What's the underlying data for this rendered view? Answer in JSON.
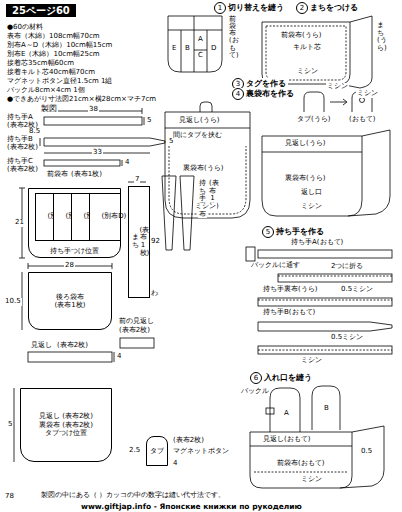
{
  "diagram": {
    "title": "25ページ60",
    "caption": "製図の中にある（ ）カッコの中の数字は縫い代寸法です。",
    "nodes": [
      {
        "text": [
          "1",
          "切り替えを縫う"
        ]
      },
      {
        "text": [
          "2",
          "まちをつける"
        ]
      },
      {
        "text": [
          "3",
          "タグを作る"
        ]
      },
      {
        "text": [
          "4",
          "裏袋布を作る"
        ]
      },
      {
        "text": [
          "5",
          "持ち手を作る"
        ]
      },
      {
        "text": [
          "6",
          "入れ口を縫う"
        ]
      },
      {
        "text": [
          "持ち手つけ位置"
        ]
      },
      {
        "text": [
          "(別布A)"
        ],
        "in": 6
      },
      {
        "text": [
          "(別布B)"
        ],
        "in": 6
      },
      {
        "text": [
          "(別布C)"
        ],
        "in": 6
      },
      {
        "text": [
          "(別布D)"
        ],
        "in": 6
      },
      {
        "text": [
          "まち",
          "(表布1枚)"
        ]
      },
      {
        "text": [
          "後ろ袋布",
          "(表布1枚)"
        ]
      },
      {
        "text": [
          "見返し (表布2枚)",
          "裏袋布 (表布2枚)",
          "タブつけ位置"
        ]
      },
      {
        "text": [
          "タブ"
        ]
      }
    ],
    "labels": [
      "●60の材料",
      "表布（木綿）108cm幅70cm",
      "別布A～D（木綿）10cm幅15cm",
      "別布E（木綿）10cm幅25cm",
      "接着芯35cm幅60cm",
      "接着キルト芯40cm幅70cm",
      "マグネットボタン直径1.5cm 1組",
      "バックル8cm×4cm 1個",
      "●できあがり寸法図21cm×横28cm×マチ7cm",
      "製図",
      "持ち手A",
      "(表布2枚)",
      "38",
      "5",
      "持ち手B",
      "(表布2枚)",
      "8.5",
      "33",
      "5",
      "持ち手C",
      "(表布2枚)",
      "4",
      "前袋布",
      "(表布1枚)",
      "21",
      "28",
      "7",
      "92",
      "わ",
      "持ち手裏布",
      "(表布1枚)",
      "10.5",
      "前の見返し",
      "(表布2枚)",
      "見返し",
      "(表布2枚)",
      "4",
      "5",
      "(表布2枚)",
      "2.5",
      "マグネットボタン",
      "4",
      "78",
      "www.giftjap.info - Японские книжки по рукоделию",
      "E",
      "B",
      "A",
      "C",
      "D",
      "前袋布(おもて)",
      "前袋布(うら)",
      "キルト芯",
      "ミシン",
      "まち(うら)",
      "ミシン",
      "タブ(うら)",
      "(おもて)",
      "ミシン",
      "見返し(うら)",
      "間にタブを挟む",
      "裏袋布(うら)",
      "ミシン",
      "見返し(うら)",
      "裏袋布(うら)",
      "返し口",
      "ミシン",
      "持ち手A(おもて)",
      "バックルに通す",
      "2つに折る",
      "持ち手裏布(うら)",
      "0.5ミシン",
      "持ち手B(おもて)",
      "0.5ミシン",
      "ミシン",
      "バックル",
      "A",
      "B",
      "見返し(おもて)",
      "前袋布(おもて)",
      "ミシン",
      "0.5"
    ]
  }
}
